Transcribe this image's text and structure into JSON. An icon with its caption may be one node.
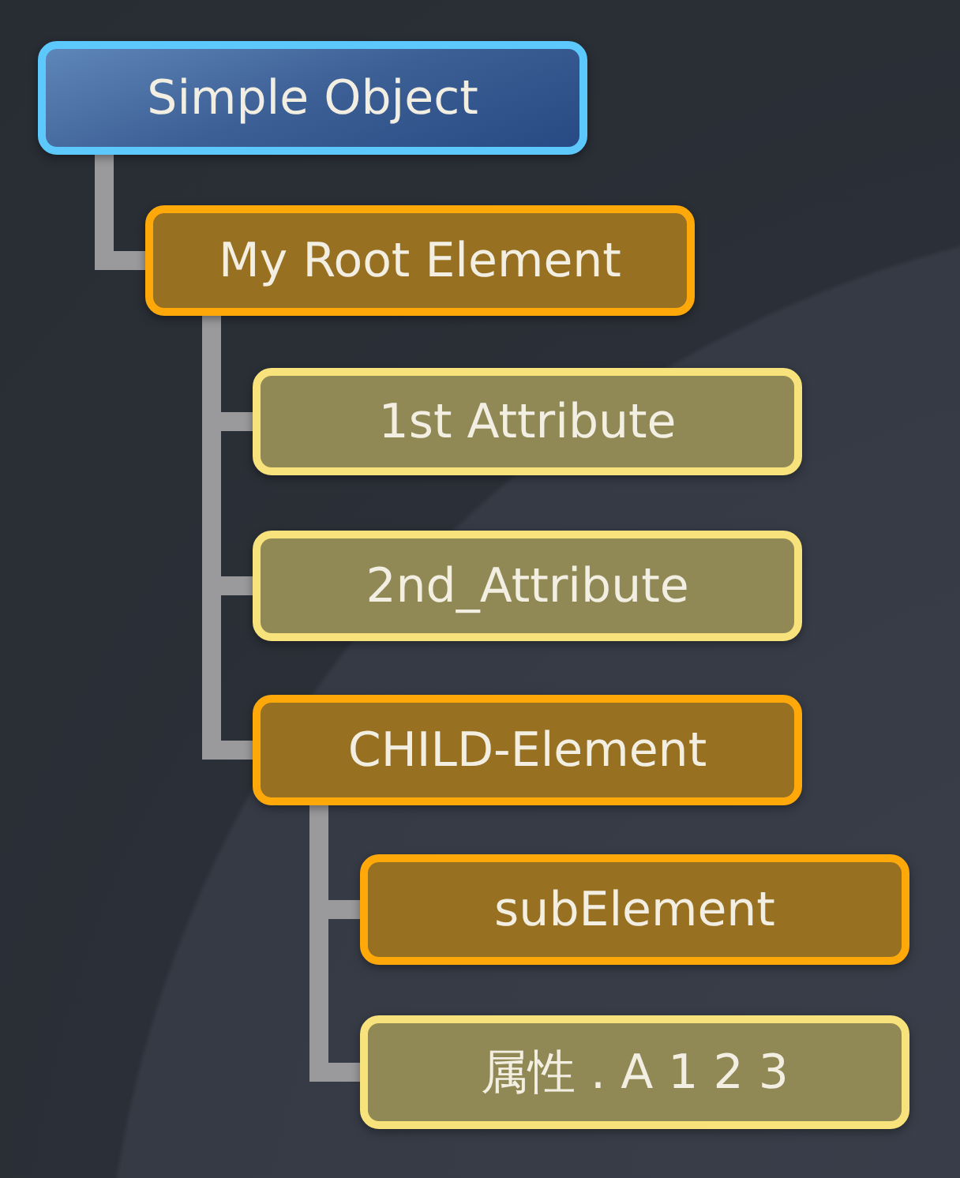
{
  "diagram": {
    "nodes": [
      {
        "text": [
          "Simple Object"
        ]
      },
      {
        "text": [
          "My Root Element"
        ]
      },
      {
        "text": [
          "1st Attribute"
        ]
      },
      {
        "text": [
          "2nd_Attribute"
        ]
      },
      {
        "text": [
          "CHILD-Element"
        ]
      },
      {
        "text": [
          "subElement"
        ]
      },
      {
        "text": [
          "属性 . A 1 2 3"
        ]
      }
    ],
    "edges": [
      {
        "from": 0,
        "to": 1,
        "arrow": "none"
      },
      {
        "from": 1,
        "to": 2,
        "arrow": "none"
      },
      {
        "from": 1,
        "to": 3,
        "arrow": "none"
      },
      {
        "from": 1,
        "to": 4,
        "arrow": "none"
      },
      {
        "from": 4,
        "to": 5,
        "arrow": "none"
      },
      {
        "from": 4,
        "to": 6,
        "arrow": "none"
      }
    ]
  }
}
